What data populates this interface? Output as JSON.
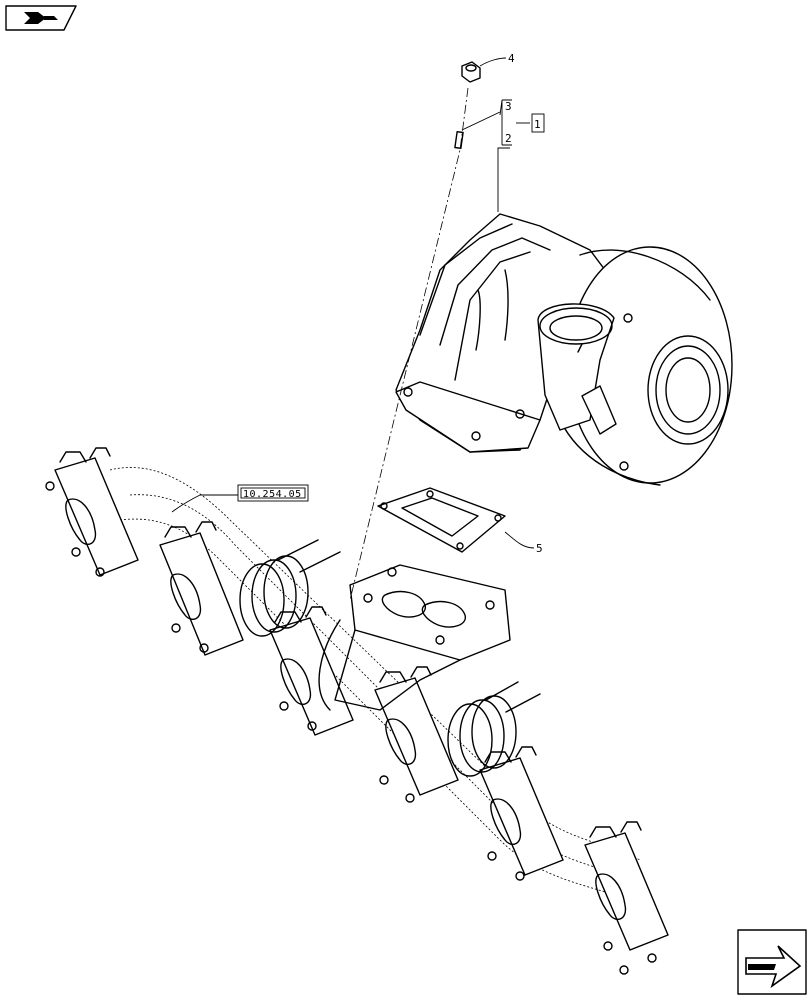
{
  "callouts": {
    "c1": "1",
    "c2": "2",
    "c3": "3",
    "c4": "4",
    "c5": "5"
  },
  "reference": {
    "label": "10.254.05"
  },
  "icons": {
    "top_left": "book-navigation-icon",
    "bottom_right": "next-page-arrow-icon"
  }
}
